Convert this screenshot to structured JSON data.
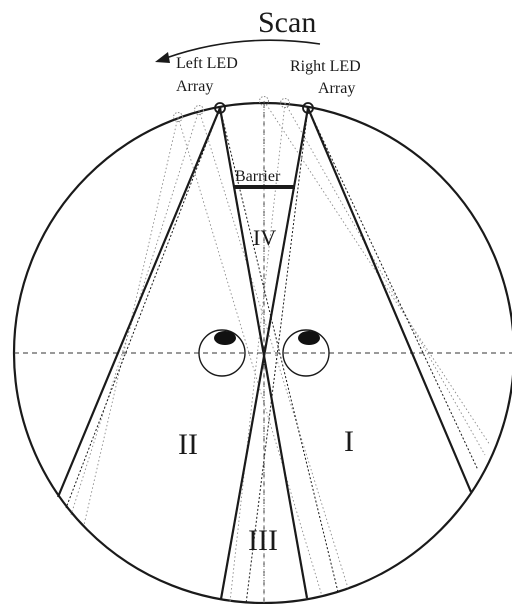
{
  "labels": {
    "scan": "Scan",
    "left_led_line1": "Left LED",
    "left_led_line2": "Array",
    "right_led_line1": "Right LED",
    "right_led_line2": "Array",
    "barrier": "Barrier",
    "region_1": "I",
    "region_2": "II",
    "region_3": "III",
    "region_4": "IV"
  },
  "colors": {
    "stroke": "#1a1a1a",
    "faint": "#8a8a8a"
  }
}
